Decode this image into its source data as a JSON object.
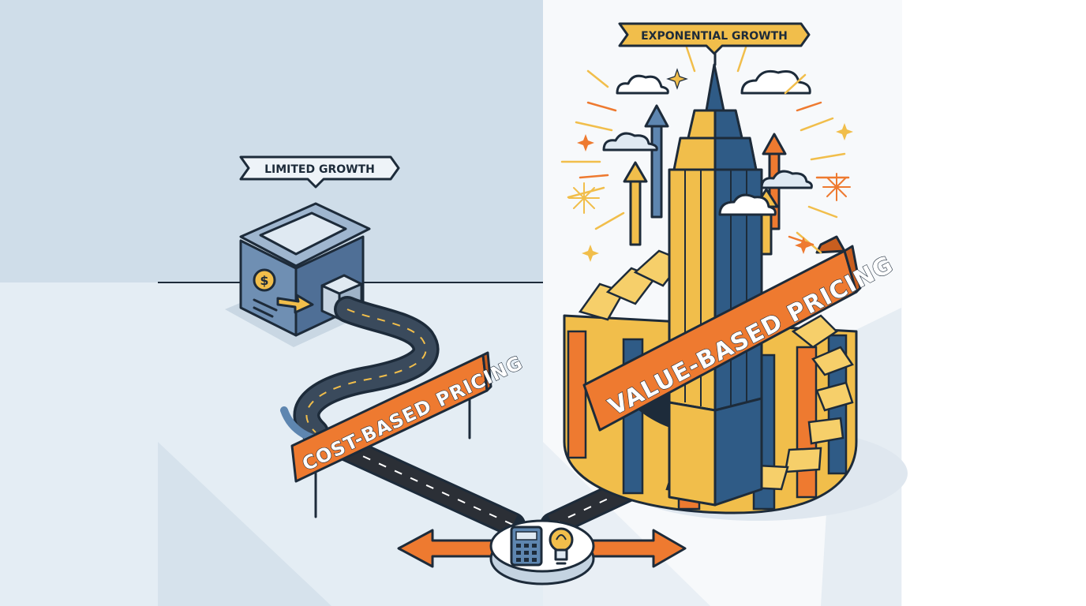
{
  "labels": {
    "limited_growth": "LIMITED GROWTH",
    "exponential_growth": "EXPONENTIAL GROWTH",
    "cost_based": "COST-BASED PRICING",
    "value_based": "VALUE-BASED PRICING"
  },
  "icons": {
    "dollar_symbol": "$",
    "store": "storefront-icon",
    "box": "box-icon",
    "calculator": "calculator-icon",
    "lightbulb": "lightbulb-icon",
    "skyscraper": "skyscraper-icon",
    "cloud": "cloud-icon",
    "sparkle": "sparkle-icon",
    "arrow": "arrow-icon"
  },
  "colors": {
    "orange": "#ee7a30",
    "gold": "#f1be4b",
    "navy": "#2f5b86",
    "ink": "#1d2b3a",
    "panel_blue": "#cfdde9",
    "floor_left": "#e4edf4",
    "floor_right": "#f1f5f9"
  }
}
